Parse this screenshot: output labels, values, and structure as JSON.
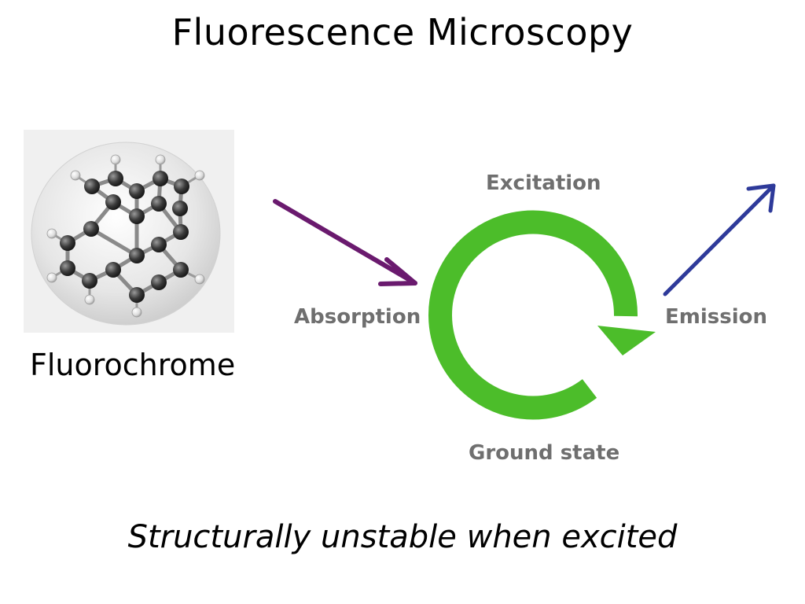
{
  "title": "Fluorescence Microscopy",
  "molecule": {
    "label": "Fluorochrome",
    "icon": "pyrene-molecule-icon"
  },
  "cycle": {
    "excitation": "Excitation",
    "absorption": "Absorption",
    "emission": "Emission",
    "ground_state": "Ground state",
    "cycle_color": "#4cbd2a"
  },
  "arrows": {
    "absorption_color": "#6a1a6e",
    "emission_color": "#2e3a9a"
  },
  "subtitle": "Structurally unstable when excited"
}
